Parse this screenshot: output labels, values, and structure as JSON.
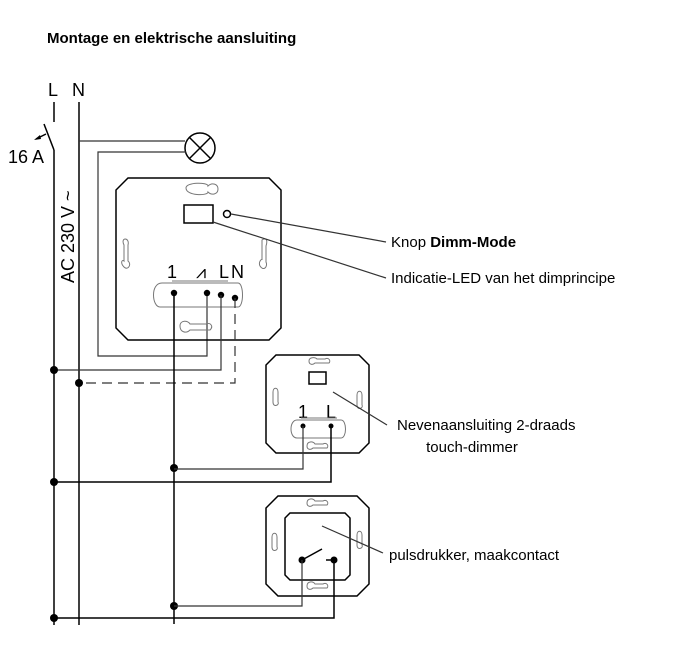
{
  "title": "Montage en elektrische aansluiting",
  "supply": {
    "phase": "L",
    "neutral": "N",
    "fuse": "16 A",
    "voltage": "AC 230 V ~"
  },
  "dimmer": {
    "terminal_1": "1",
    "terminal_dim": "⩘",
    "terminal_l": "L",
    "terminal_n": "N"
  },
  "extension": {
    "terminal_1": "1",
    "terminal_l": "L"
  },
  "callouts": {
    "button_prefix": "Knop ",
    "button_bold": "Dimm-Mode",
    "led": "Indicatie-LED van het dimprincipe",
    "extension_line1": "Nevenaansluiting 2-draads",
    "extension_line2": "touch-dimmer",
    "pushbutton": "pulsdrukker, maakcontact"
  }
}
